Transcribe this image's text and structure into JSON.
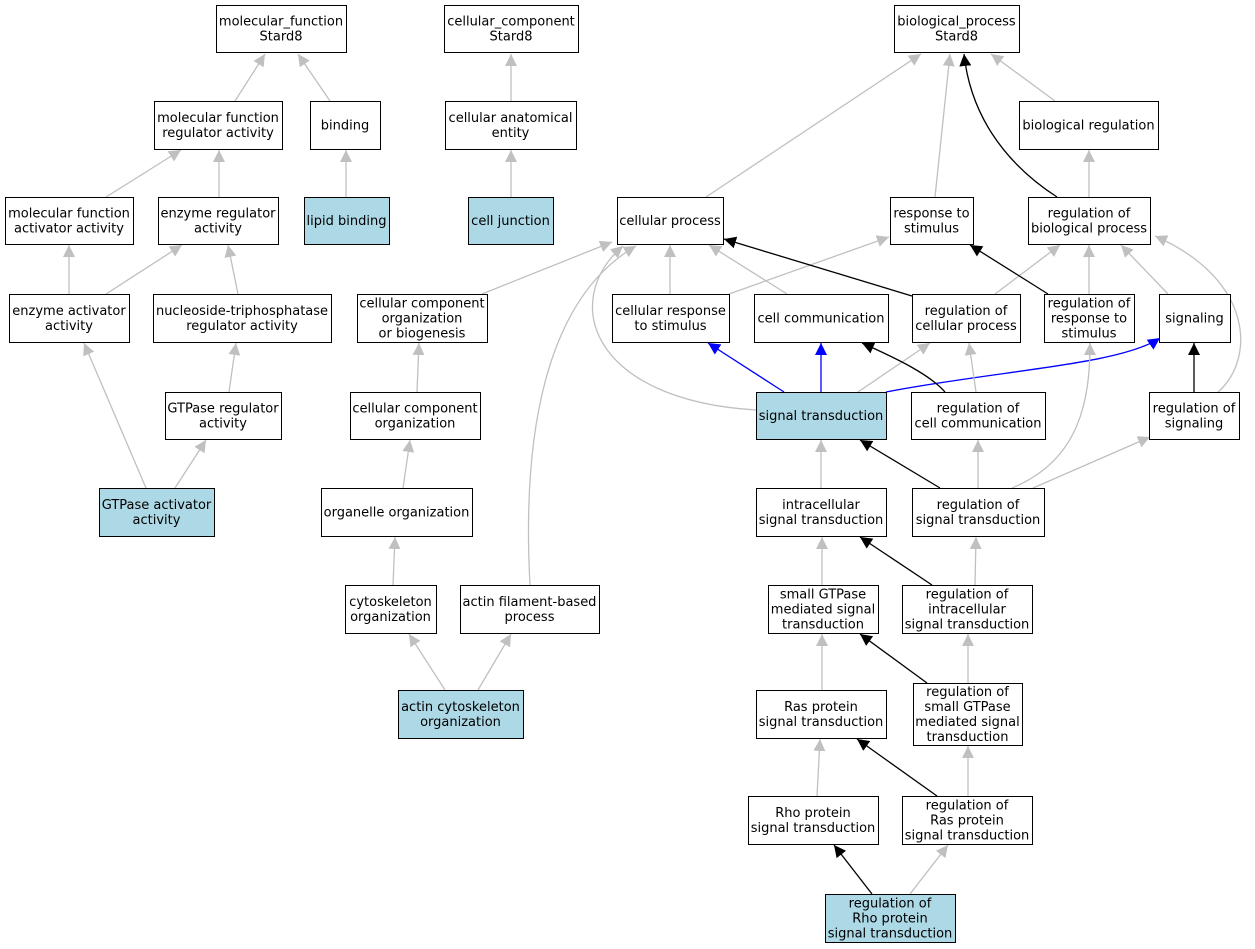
{
  "diagram": {
    "colors": {
      "background": "#ffffff",
      "node_default": "#ffffff",
      "node_highlight": "#add8e6",
      "border": "#000000",
      "edge_gray": "#c0c0c0",
      "edge_black": "#000000",
      "edge_blue": "#0000ff"
    },
    "nodes": [
      {
        "id": "mf_root",
        "lines": [
          "molecular_function",
          "Stard8"
        ],
        "highlight": false
      },
      {
        "id": "cc_root",
        "lines": [
          "cellular_component",
          "Stard8"
        ],
        "highlight": false
      },
      {
        "id": "bp_root",
        "lines": [
          "biological_process",
          "Stard8"
        ],
        "highlight": false
      },
      {
        "id": "mf_reg",
        "lines": [
          "molecular function",
          "regulator activity"
        ],
        "highlight": false
      },
      {
        "id": "binding",
        "lines": [
          "binding"
        ],
        "highlight": false
      },
      {
        "id": "cae",
        "lines": [
          "cellular anatomical",
          "entity"
        ],
        "highlight": false
      },
      {
        "id": "bio_reg",
        "lines": [
          "biological regulation"
        ],
        "highlight": false
      },
      {
        "id": "mf_act",
        "lines": [
          "molecular function",
          "activator activity"
        ],
        "highlight": false
      },
      {
        "id": "enz_reg",
        "lines": [
          "enzyme regulator",
          "activity"
        ],
        "highlight": false
      },
      {
        "id": "lipid",
        "lines": [
          "lipid binding"
        ],
        "highlight": true
      },
      {
        "id": "cell_junc",
        "lines": [
          "cell junction"
        ],
        "highlight": true
      },
      {
        "id": "cell_proc",
        "lines": [
          "cellular process"
        ],
        "highlight": false
      },
      {
        "id": "resp_stim",
        "lines": [
          "response to",
          "stimulus"
        ],
        "highlight": false
      },
      {
        "id": "reg_bio",
        "lines": [
          "regulation of",
          "biological process"
        ],
        "highlight": false
      },
      {
        "id": "enz_act",
        "lines": [
          "enzyme activator",
          "activity"
        ],
        "highlight": false
      },
      {
        "id": "ntp_reg",
        "lines": [
          "nucleoside-triphosphatase",
          "regulator activity"
        ],
        "highlight": false
      },
      {
        "id": "cc_org_bio",
        "lines": [
          "cellular component",
          "organization",
          "or biogenesis"
        ],
        "highlight": false
      },
      {
        "id": "cell_resp",
        "lines": [
          "cellular response",
          "to stimulus"
        ],
        "highlight": false
      },
      {
        "id": "cell_comm",
        "lines": [
          "cell communication"
        ],
        "highlight": false
      },
      {
        "id": "reg_cell_proc",
        "lines": [
          "regulation of",
          "cellular process"
        ],
        "highlight": false
      },
      {
        "id": "reg_resp",
        "lines": [
          "regulation of",
          "response to",
          "stimulus"
        ],
        "highlight": false
      },
      {
        "id": "signaling",
        "lines": [
          "signaling"
        ],
        "highlight": false
      },
      {
        "id": "gtpase_reg",
        "lines": [
          "GTPase regulator",
          "activity"
        ],
        "highlight": false
      },
      {
        "id": "cc_org",
        "lines": [
          "cellular component",
          "organization"
        ],
        "highlight": false
      },
      {
        "id": "sig_trans",
        "lines": [
          "signal transduction"
        ],
        "highlight": true
      },
      {
        "id": "reg_cell_comm",
        "lines": [
          "regulation of",
          "cell communication"
        ],
        "highlight": false
      },
      {
        "id": "reg_sig",
        "lines": [
          "regulation of",
          "signaling"
        ],
        "highlight": false
      },
      {
        "id": "gtpase_act",
        "lines": [
          "GTPase activator",
          "activity"
        ],
        "highlight": true
      },
      {
        "id": "org_org",
        "lines": [
          "organelle organization"
        ],
        "highlight": false
      },
      {
        "id": "intra_sig",
        "lines": [
          "intracellular",
          "signal transduction"
        ],
        "highlight": false
      },
      {
        "id": "reg_sig_trans",
        "lines": [
          "regulation of",
          "signal transduction"
        ],
        "highlight": false
      },
      {
        "id": "cyto_org",
        "lines": [
          "cytoskeleton",
          "organization"
        ],
        "highlight": false
      },
      {
        "id": "actin_fil",
        "lines": [
          "actin filament-based",
          "process"
        ],
        "highlight": false
      },
      {
        "id": "small_gtp",
        "lines": [
          "small GTPase",
          "mediated signal",
          "transduction"
        ],
        "highlight": false
      },
      {
        "id": "reg_intra",
        "lines": [
          "regulation of",
          "intracellular",
          "signal transduction"
        ],
        "highlight": false
      },
      {
        "id": "actin_cyto",
        "lines": [
          "actin cytoskeleton",
          "organization"
        ],
        "highlight": true
      },
      {
        "id": "ras",
        "lines": [
          "Ras protein",
          "signal transduction"
        ],
        "highlight": false
      },
      {
        "id": "reg_small",
        "lines": [
          "regulation of",
          "small GTPase",
          "mediated signal",
          "transduction"
        ],
        "highlight": false
      },
      {
        "id": "rho",
        "lines": [
          "Rho protein",
          "signal transduction"
        ],
        "highlight": false
      },
      {
        "id": "reg_ras",
        "lines": [
          "regulation of",
          "Ras protein",
          "signal transduction"
        ],
        "highlight": false
      },
      {
        "id": "reg_rho",
        "lines": [
          "regulation of",
          "Rho protein",
          "signal transduction"
        ],
        "highlight": true
      }
    ],
    "edges": [
      {
        "from": "mf_reg",
        "to": "mf_root",
        "type": "is_a"
      },
      {
        "from": "binding",
        "to": "mf_root",
        "type": "is_a"
      },
      {
        "from": "mf_act",
        "to": "mf_reg",
        "type": "is_a"
      },
      {
        "from": "enz_reg",
        "to": "mf_reg",
        "type": "is_a"
      },
      {
        "from": "lipid",
        "to": "binding",
        "type": "is_a"
      },
      {
        "from": "enz_act",
        "to": "mf_act",
        "type": "is_a"
      },
      {
        "from": "enz_act",
        "to": "enz_reg",
        "type": "is_a"
      },
      {
        "from": "ntp_reg",
        "to": "enz_reg",
        "type": "is_a"
      },
      {
        "from": "gtpase_reg",
        "to": "ntp_reg",
        "type": "is_a"
      },
      {
        "from": "gtpase_act",
        "to": "enz_act",
        "type": "is_a"
      },
      {
        "from": "gtpase_act",
        "to": "gtpase_reg",
        "type": "is_a"
      },
      {
        "from": "cae",
        "to": "cc_root",
        "type": "is_a"
      },
      {
        "from": "cell_junc",
        "to": "cae",
        "type": "is_a"
      },
      {
        "from": "cell_proc",
        "to": "bp_root",
        "type": "is_a"
      },
      {
        "from": "resp_stim",
        "to": "bp_root",
        "type": "is_a"
      },
      {
        "from": "bio_reg",
        "to": "bp_root",
        "type": "is_a"
      },
      {
        "from": "reg_bio",
        "to": "bp_root",
        "type": "regulates"
      },
      {
        "from": "reg_bio",
        "to": "bio_reg",
        "type": "is_a"
      },
      {
        "from": "cc_org_bio",
        "to": "cell_proc",
        "type": "is_a"
      },
      {
        "from": "cell_resp",
        "to": "cell_proc",
        "type": "is_a"
      },
      {
        "from": "cell_resp",
        "to": "resp_stim",
        "type": "is_a"
      },
      {
        "from": "cell_comm",
        "to": "cell_proc",
        "type": "is_a"
      },
      {
        "from": "reg_cell_proc",
        "to": "cell_proc",
        "type": "regulates"
      },
      {
        "from": "reg_cell_proc",
        "to": "reg_bio",
        "type": "is_a"
      },
      {
        "from": "reg_resp",
        "to": "resp_stim",
        "type": "regulates"
      },
      {
        "from": "reg_resp",
        "to": "reg_bio",
        "type": "is_a"
      },
      {
        "from": "signaling",
        "to": "reg_bio",
        "type": "is_a"
      },
      {
        "from": "reg_sig",
        "to": "reg_bio",
        "type": "is_a"
      },
      {
        "from": "reg_sig",
        "to": "signaling",
        "type": "regulates"
      },
      {
        "from": "cc_org",
        "to": "cc_org_bio",
        "type": "is_a"
      },
      {
        "from": "org_org",
        "to": "cc_org",
        "type": "is_a"
      },
      {
        "from": "cyto_org",
        "to": "org_org",
        "type": "is_a"
      },
      {
        "from": "actin_cyto",
        "to": "cyto_org",
        "type": "is_a"
      },
      {
        "from": "actin_cyto",
        "to": "actin_fil",
        "type": "is_a"
      },
      {
        "from": "actin_fil",
        "to": "cell_proc",
        "type": "is_a"
      },
      {
        "from": "sig_trans",
        "to": "cell_proc",
        "type": "is_a"
      },
      {
        "from": "sig_trans",
        "to": "cell_resp",
        "type": "part_of"
      },
      {
        "from": "sig_trans",
        "to": "cell_comm",
        "type": "part_of"
      },
      {
        "from": "sig_trans",
        "to": "reg_cell_proc",
        "type": "is_a"
      },
      {
        "from": "sig_trans",
        "to": "signaling",
        "type": "part_of"
      },
      {
        "from": "reg_cell_comm",
        "to": "cell_comm",
        "type": "regulates"
      },
      {
        "from": "reg_cell_comm",
        "to": "reg_cell_proc",
        "type": "is_a"
      },
      {
        "from": "intra_sig",
        "to": "sig_trans",
        "type": "is_a"
      },
      {
        "from": "reg_sig_trans",
        "to": "sig_trans",
        "type": "regulates"
      },
      {
        "from": "reg_sig_trans",
        "to": "reg_cell_comm",
        "type": "is_a"
      },
      {
        "from": "reg_sig_trans",
        "to": "reg_resp",
        "type": "is_a"
      },
      {
        "from": "reg_sig_trans",
        "to": "reg_sig",
        "type": "is_a"
      },
      {
        "from": "small_gtp",
        "to": "intra_sig",
        "type": "is_a"
      },
      {
        "from": "reg_intra",
        "to": "intra_sig",
        "type": "regulates"
      },
      {
        "from": "reg_intra",
        "to": "reg_sig_trans",
        "type": "is_a"
      },
      {
        "from": "ras",
        "to": "small_gtp",
        "type": "is_a"
      },
      {
        "from": "reg_small",
        "to": "small_gtp",
        "type": "regulates"
      },
      {
        "from": "reg_small",
        "to": "reg_intra",
        "type": "is_a"
      },
      {
        "from": "rho",
        "to": "ras",
        "type": "is_a"
      },
      {
        "from": "reg_ras",
        "to": "ras",
        "type": "regulates"
      },
      {
        "from": "reg_ras",
        "to": "reg_small",
        "type": "is_a"
      },
      {
        "from": "reg_rho",
        "to": "rho",
        "type": "regulates"
      },
      {
        "from": "reg_rho",
        "to": "reg_ras",
        "type": "is_a"
      }
    ]
  }
}
